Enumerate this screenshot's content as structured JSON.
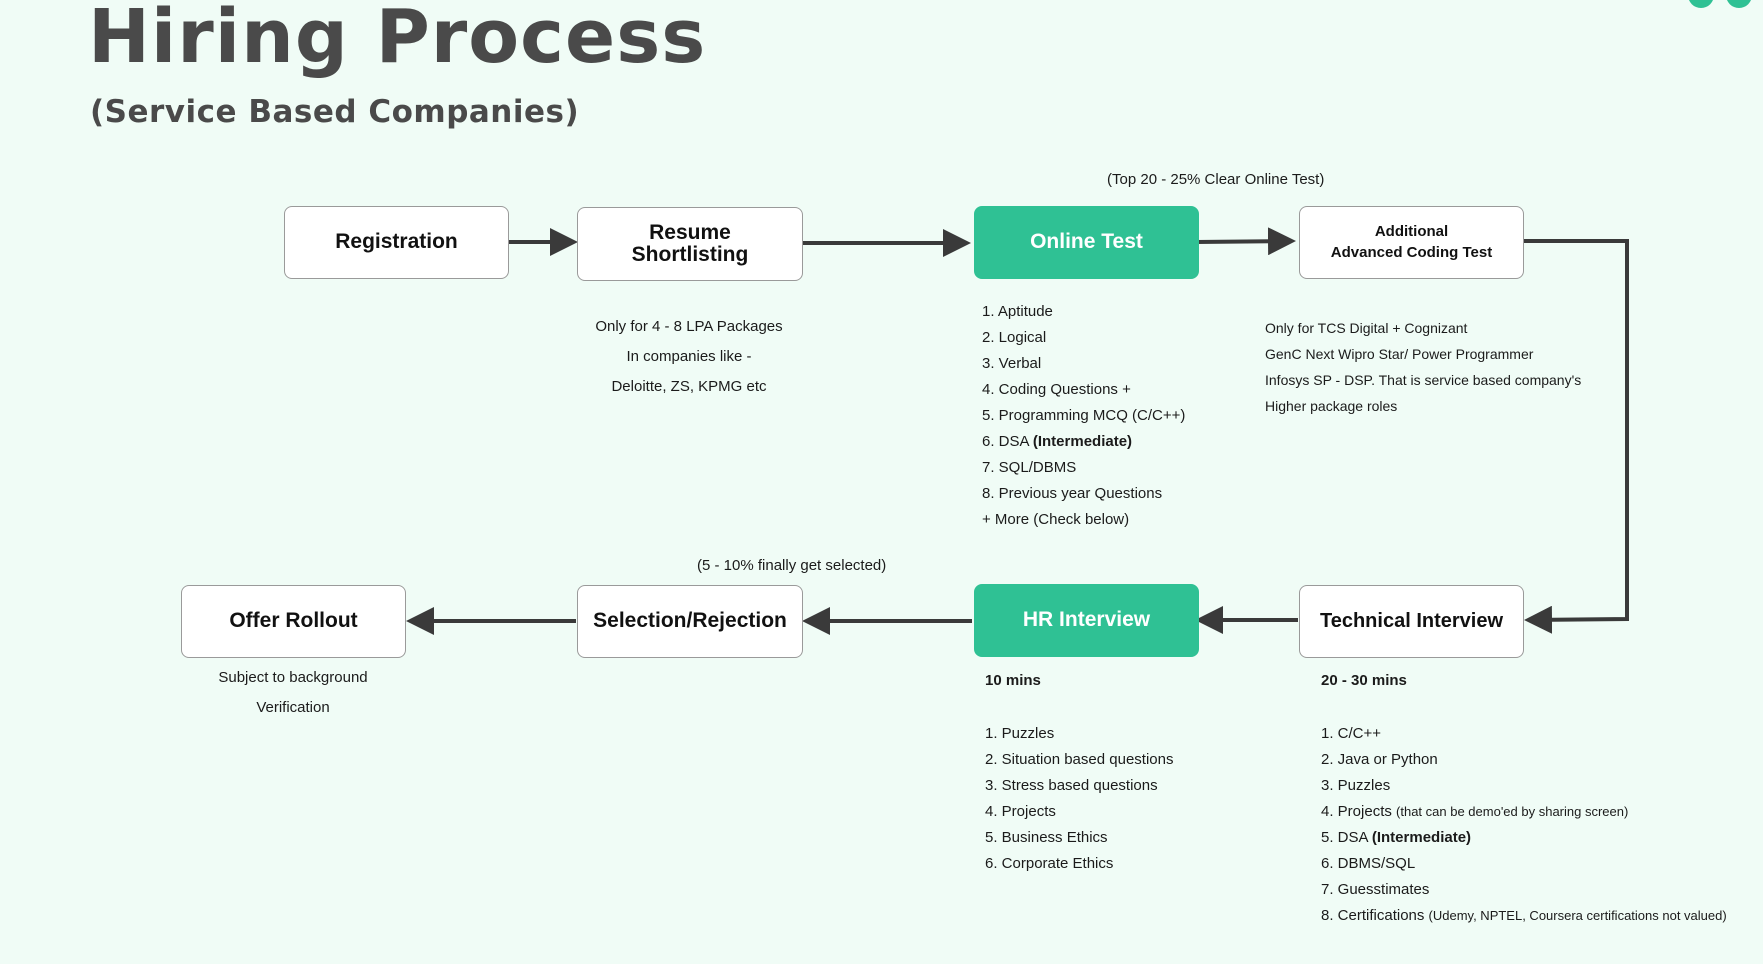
{
  "header": {
    "title": "Hiring Process",
    "subtitle": "(Service Based Companies)"
  },
  "colors": {
    "accent": "#2fc194",
    "background": "#f0fcf6",
    "arrow": "#3a3a3a"
  },
  "steps": {
    "registration": "Registration",
    "resume_line1": "Resume",
    "resume_line2": "Shortlisting",
    "online_test": "Online Test",
    "advanced_line1": "Additional",
    "advanced_line2": "Advanced Coding Test",
    "technical_interview": "Technical Interview",
    "hr_interview": "HR Interview",
    "selection": "Selection/Rejection",
    "offer": "Offer Rollout"
  },
  "annotations": {
    "online_test_note": "(Top 20 - 25% Clear Online Test)",
    "selection_note": "(5 - 10% finally get selected)"
  },
  "resume_notes": [
    "Only for 4 - 8 LPA Packages",
    "In companies like -",
    "Deloitte, ZS, KPMG etc"
  ],
  "online_test_topics": [
    "1. Aptitude",
    "2. Logical",
    "3. Verbal",
    "4. Coding Questions +",
    "5. Programming MCQ (C/C++)",
    {
      "text": "6. DSA ",
      "bold": "(Intermediate)"
    },
    "7. SQL/DBMS",
    "8. Previous year Questions",
    "+ More (Check below)"
  ],
  "advanced_notes": [
    "Only for TCS Digital + Cognizant",
    "GenC Next Wipro Star/ Power Programmer",
    "Infosys SP - DSP. That is service based company's",
    "Higher package roles"
  ],
  "hr_interview_details": {
    "duration": "10 mins",
    "topics": [
      "1. Puzzles",
      "2. Situation based questions",
      "3. Stress based questions",
      "4. Projects",
      "5. Business Ethics",
      "6. Corporate Ethics"
    ]
  },
  "technical_interview_details": {
    "duration": "20 - 30 mins",
    "topics": [
      "1. C/C++",
      "2. Java or Python",
      "3. Puzzles",
      {
        "text": "4. Projects ",
        "small": "(that can be demo'ed by sharing screen)"
      },
      {
        "text": "5. DSA ",
        "bold": "(Intermediate)"
      },
      "6. DBMS/SQL",
      "7. Guesstimates",
      {
        "text": "8. Certifications ",
        "small": "(Udemy, NPTEL, Coursera certifications not valued)"
      }
    ]
  },
  "offer_notes": [
    "Subject to background",
    "Verification"
  ]
}
